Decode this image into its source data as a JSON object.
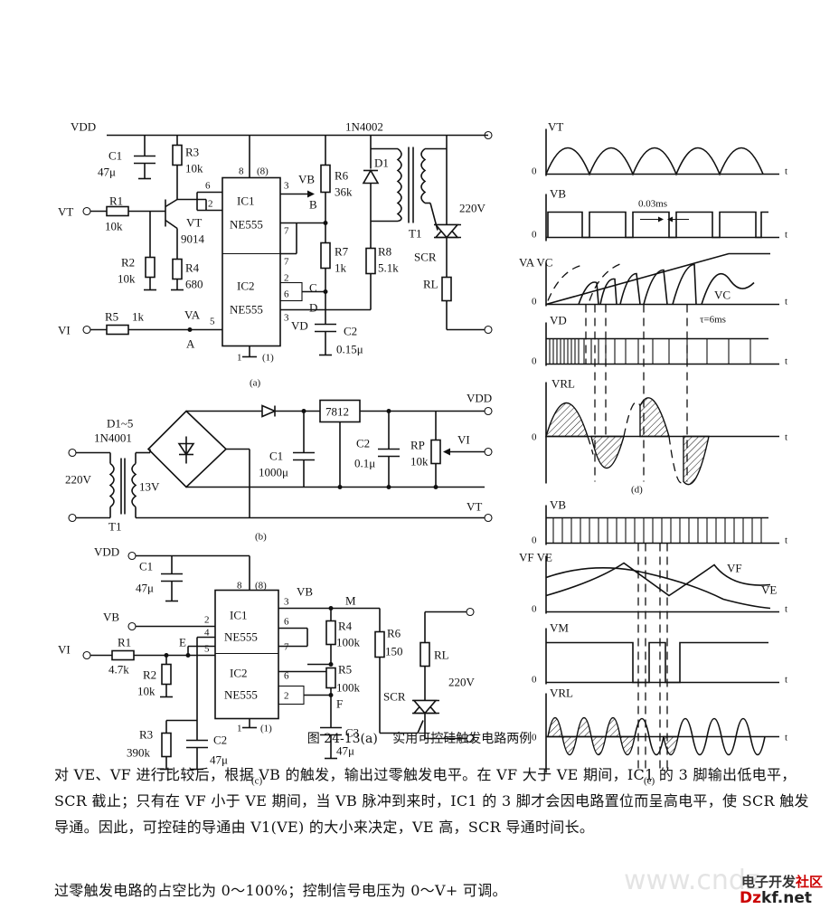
{
  "figure_caption": {
    "number": "图 24-13(a)",
    "title": "实用可控硅触发电路两例"
  },
  "circuit_a": {
    "sub_label": "(a)",
    "vdd": "VDD",
    "vt": "VT",
    "vi": "VI",
    "r1": "R1",
    "r1_val": "10k",
    "r2": "R2",
    "r2_val": "10k",
    "r3": "R3",
    "r3_val": "10k",
    "r4": "R4",
    "r4_val": "680",
    "r5": "R5",
    "r5_val": "1k",
    "r6": "R6",
    "r6_val": "36k",
    "r7": "R7",
    "r7_val": "1k",
    "r8": "R8",
    "r8_val": "5.1k",
    "rl": "RL",
    "c1": "C1",
    "c1_val": "47μ",
    "c2": "C2",
    "c2_val": "0.15μ",
    "transistor": "VT",
    "transistor_part": "9014",
    "ic1": "IC1",
    "ic1_part": "NE555",
    "ic2": "IC2",
    "ic2_part": "NE555",
    "diode": "D1",
    "diode_part": "1N4002",
    "transformer": "T1",
    "scr": "SCR",
    "mains": "220V",
    "node_a": "A",
    "node_b": "B",
    "node_c": "C",
    "node_d": "D",
    "va": "VA",
    "vb": "VB",
    "vd": "VD",
    "pins": [
      "8",
      "(8)",
      "6",
      "2",
      "3",
      "7",
      "7",
      "2",
      "6",
      "3",
      "5",
      "1",
      "(1)"
    ]
  },
  "circuit_b": {
    "sub_label": "(b)",
    "diodes": "D1~5",
    "diode_part": "1N4001",
    "regulator": "7812",
    "c1": "C1",
    "c1_val": "1000μ",
    "c2": "C2",
    "c2_val": "0.1μ",
    "rp": "RP",
    "rp_val": "10k",
    "mains": "220V",
    "secondary": "13V",
    "transformer": "T1",
    "vdd": "VDD",
    "vi": "VI",
    "vt": "VT"
  },
  "circuit_c": {
    "sub_label": "(c)",
    "vdd": "VDD",
    "vb_in": "VB",
    "vi": "VI",
    "c1": "C1",
    "c1_val": "47μ",
    "c2": "C2",
    "c2_val": "47μ",
    "c3": "C3",
    "c3_val": "47μ",
    "r1": "R1",
    "r1_val": "4.7k",
    "r2": "R2",
    "r2_val": "10k",
    "r3": "R3",
    "r3_val": "390k",
    "r4": "R4",
    "r4_val": "100k",
    "r5": "R5",
    "r5_val": "100k",
    "r6": "R6",
    "r6_val": "150",
    "rl": "RL",
    "ic1": "IC1",
    "ic1_part": "NE555",
    "ic2": "IC2",
    "ic2_part": "NE555",
    "scr": "SCR",
    "mains": "220V",
    "node_e": "E",
    "node_f": "F",
    "node_m": "M",
    "vb": "VB",
    "pins": [
      "8",
      "(8)",
      "2",
      "4",
      "5",
      "3",
      "6",
      "7",
      "6",
      "2",
      "1",
      "(1)"
    ]
  },
  "waveforms_d": {
    "sub_label": "(d)",
    "traces": [
      "VT",
      "VB",
      "VA  VC",
      "VD",
      "VRL"
    ],
    "zero": "0",
    "t_axis": "t",
    "pulse_width": "0.03ms",
    "tau": "τ=6ms",
    "vc_label": "VC"
  },
  "waveforms_e": {
    "sub_label": "(e)",
    "traces": [
      "VB",
      "VF  VE",
      "VM",
      "VRL"
    ],
    "zero": "0",
    "t_axis": "t",
    "vf_label": "VF",
    "ve_label": "VE"
  },
  "body_text": {
    "paragraph_1": "对 VE、VF 进行比较后，根据 VB 的触发，输出过零触发电平。在 VF 大于 VE 期间，IC1 的 3 脚输出低电平，SCR 截止；只有在 VF 小于 VE 期间，当 VB 脉冲到来时，IC1 的 3 脚才会因电路置位而呈高电平，使 SCR 触发导通。因此，可控硅的导通由 V1(VE) 的大小来决定，VE 高，SCR 导通时间长。",
    "paragraph_2": "过零触发电路的占空比为 0～100%；控制信号电压为 0～V+ 可调。"
  },
  "watermark": {
    "site_cn_a": "电子开发",
    "site_cn_b": "社区",
    "site_en_a": "Dz",
    "site_en_b": "kf.net",
    "faint": "www.cndz"
  }
}
